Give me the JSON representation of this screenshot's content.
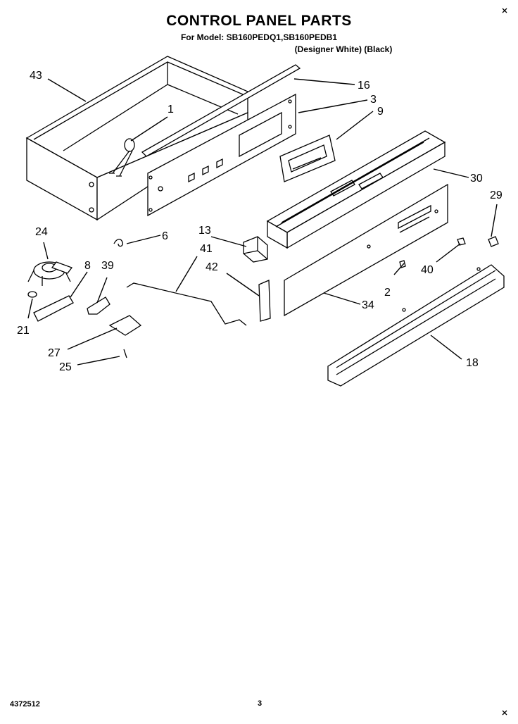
{
  "title": "CONTROL PANEL PARTS",
  "models_line": "For Model: SB160PEDQ1,SB160PEDB1",
  "variants_line": "(Designer White)   (Black)",
  "doc_number": "4372512",
  "page_number": "3",
  "callouts": [
    "43",
    "16",
    "3",
    "9",
    "1",
    "30",
    "29",
    "6",
    "24",
    "8",
    "39",
    "13",
    "41",
    "42",
    "40",
    "2",
    "34",
    "21",
    "27",
    "25",
    "18"
  ]
}
